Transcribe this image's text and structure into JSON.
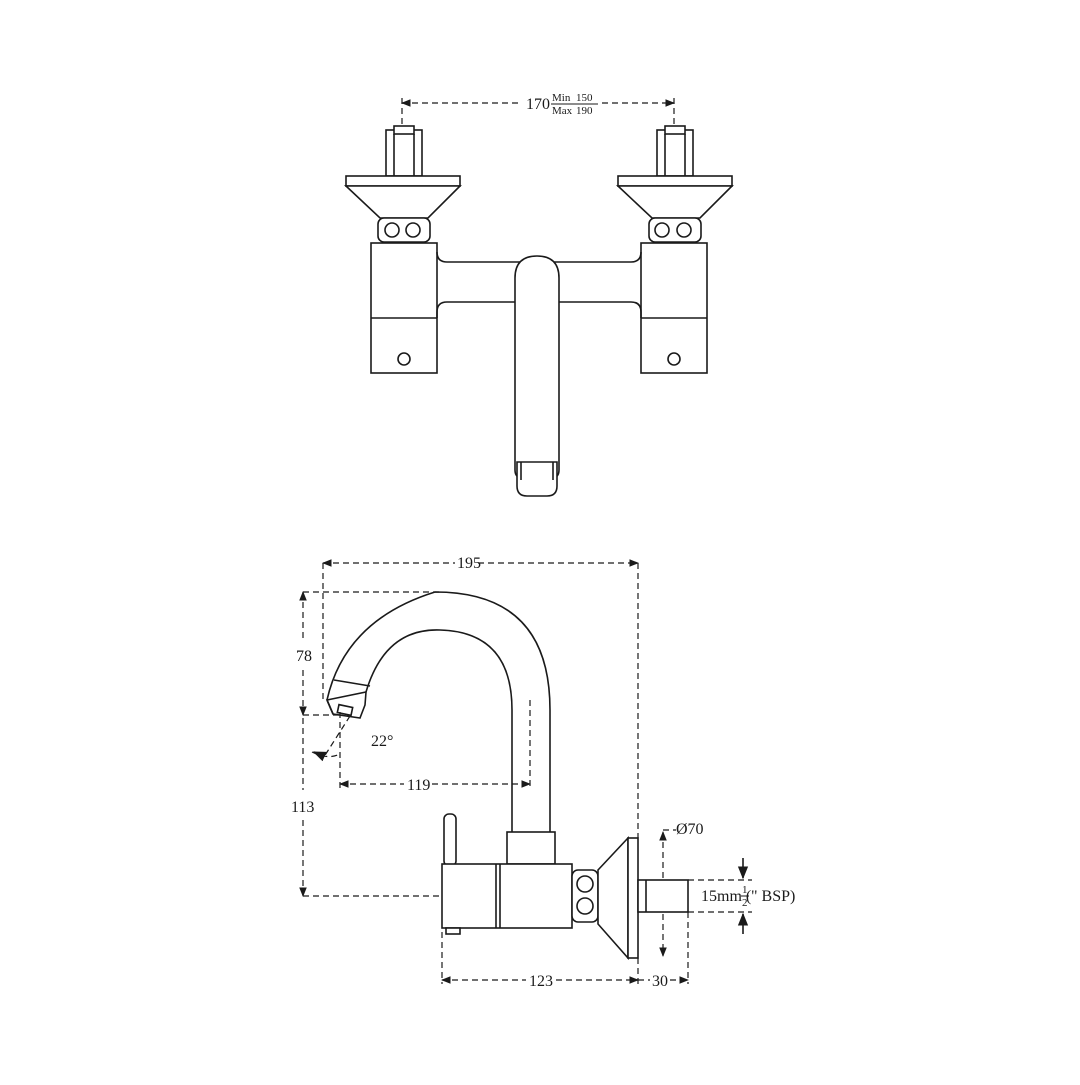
{
  "top_view": {
    "spacing": {
      "value": "170",
      "min_label": "Min",
      "min_value": "150",
      "max_label": "Max",
      "max_value": "190"
    }
  },
  "side_view": {
    "dims": {
      "overall_width": "195",
      "spout_height": "78",
      "angle": "22°",
      "outlet_reach": "119",
      "total_height": "113",
      "flange_diameter": "Ø70",
      "pipe_label_prefix": "15mm (",
      "pipe_frac_num": "1",
      "pipe_frac_den": "2",
      "pipe_label_suffix": "\" BSP)",
      "body_length": "123",
      "connector_length": "30"
    }
  }
}
